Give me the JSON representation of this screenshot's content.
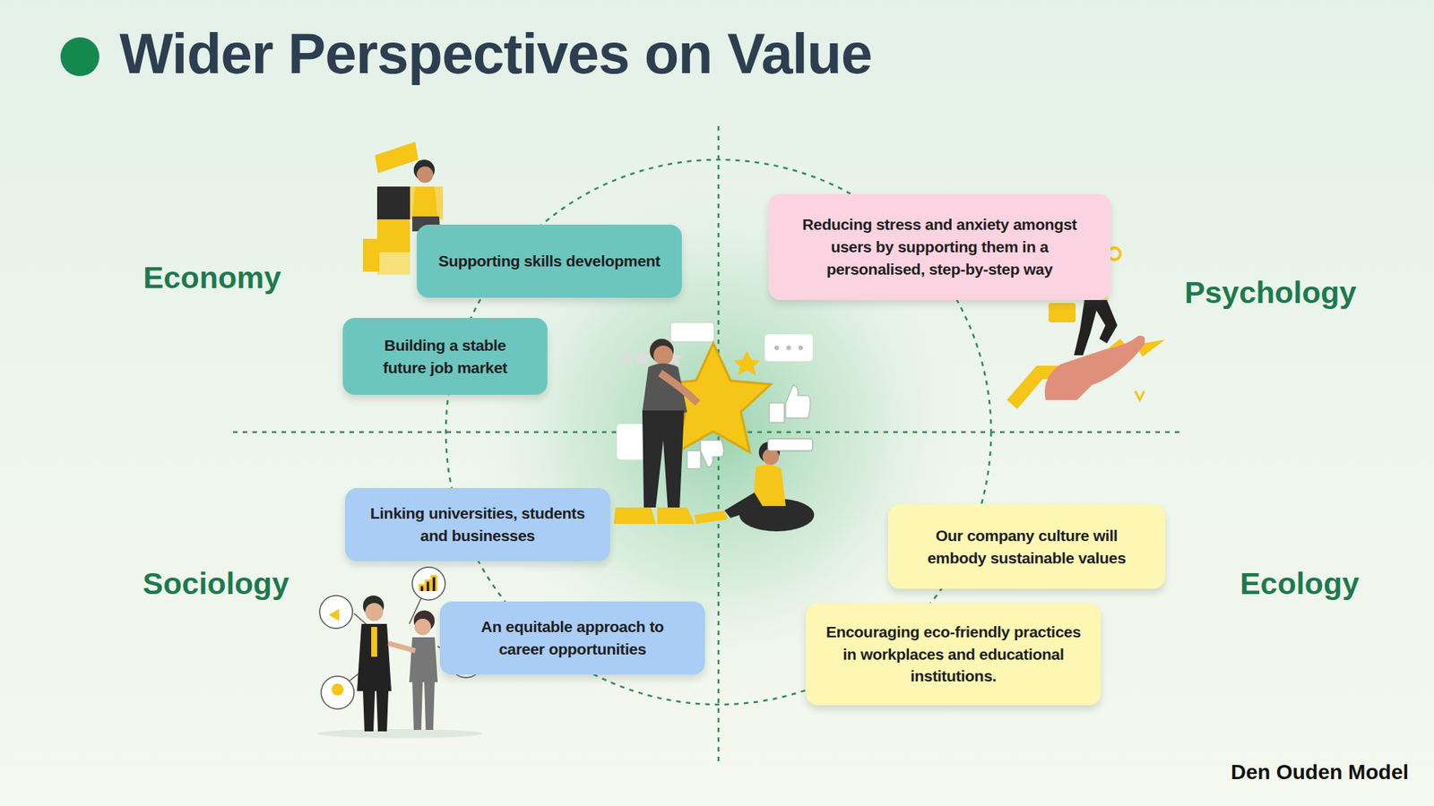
{
  "diagram": {
    "title": "Wider Perspectives on Value",
    "nodes": [
      {
        "text": [
          "Supporting skills development"
        ]
      },
      {
        "text": [
          "Building a stable future job market"
        ]
      },
      {
        "text": [
          "Reducing stress and anxiety amongst users by supporting them in a personalised, step-by-step way"
        ]
      },
      {
        "text": [
          "Linking universities, students and businesses"
        ]
      },
      {
        "text": [
          "An equitable approach to career opportunities"
        ]
      },
      {
        "text": [
          "Our company culture will embody sustainable values"
        ]
      },
      {
        "text": [
          "Encouraging eco-friendly practices in workplaces and educational institutions."
        ]
      }
    ],
    "labels": [
      "Economy",
      "Psychology",
      "Sociology",
      "Ecology",
      "Den Ouden Model"
    ]
  }
}
